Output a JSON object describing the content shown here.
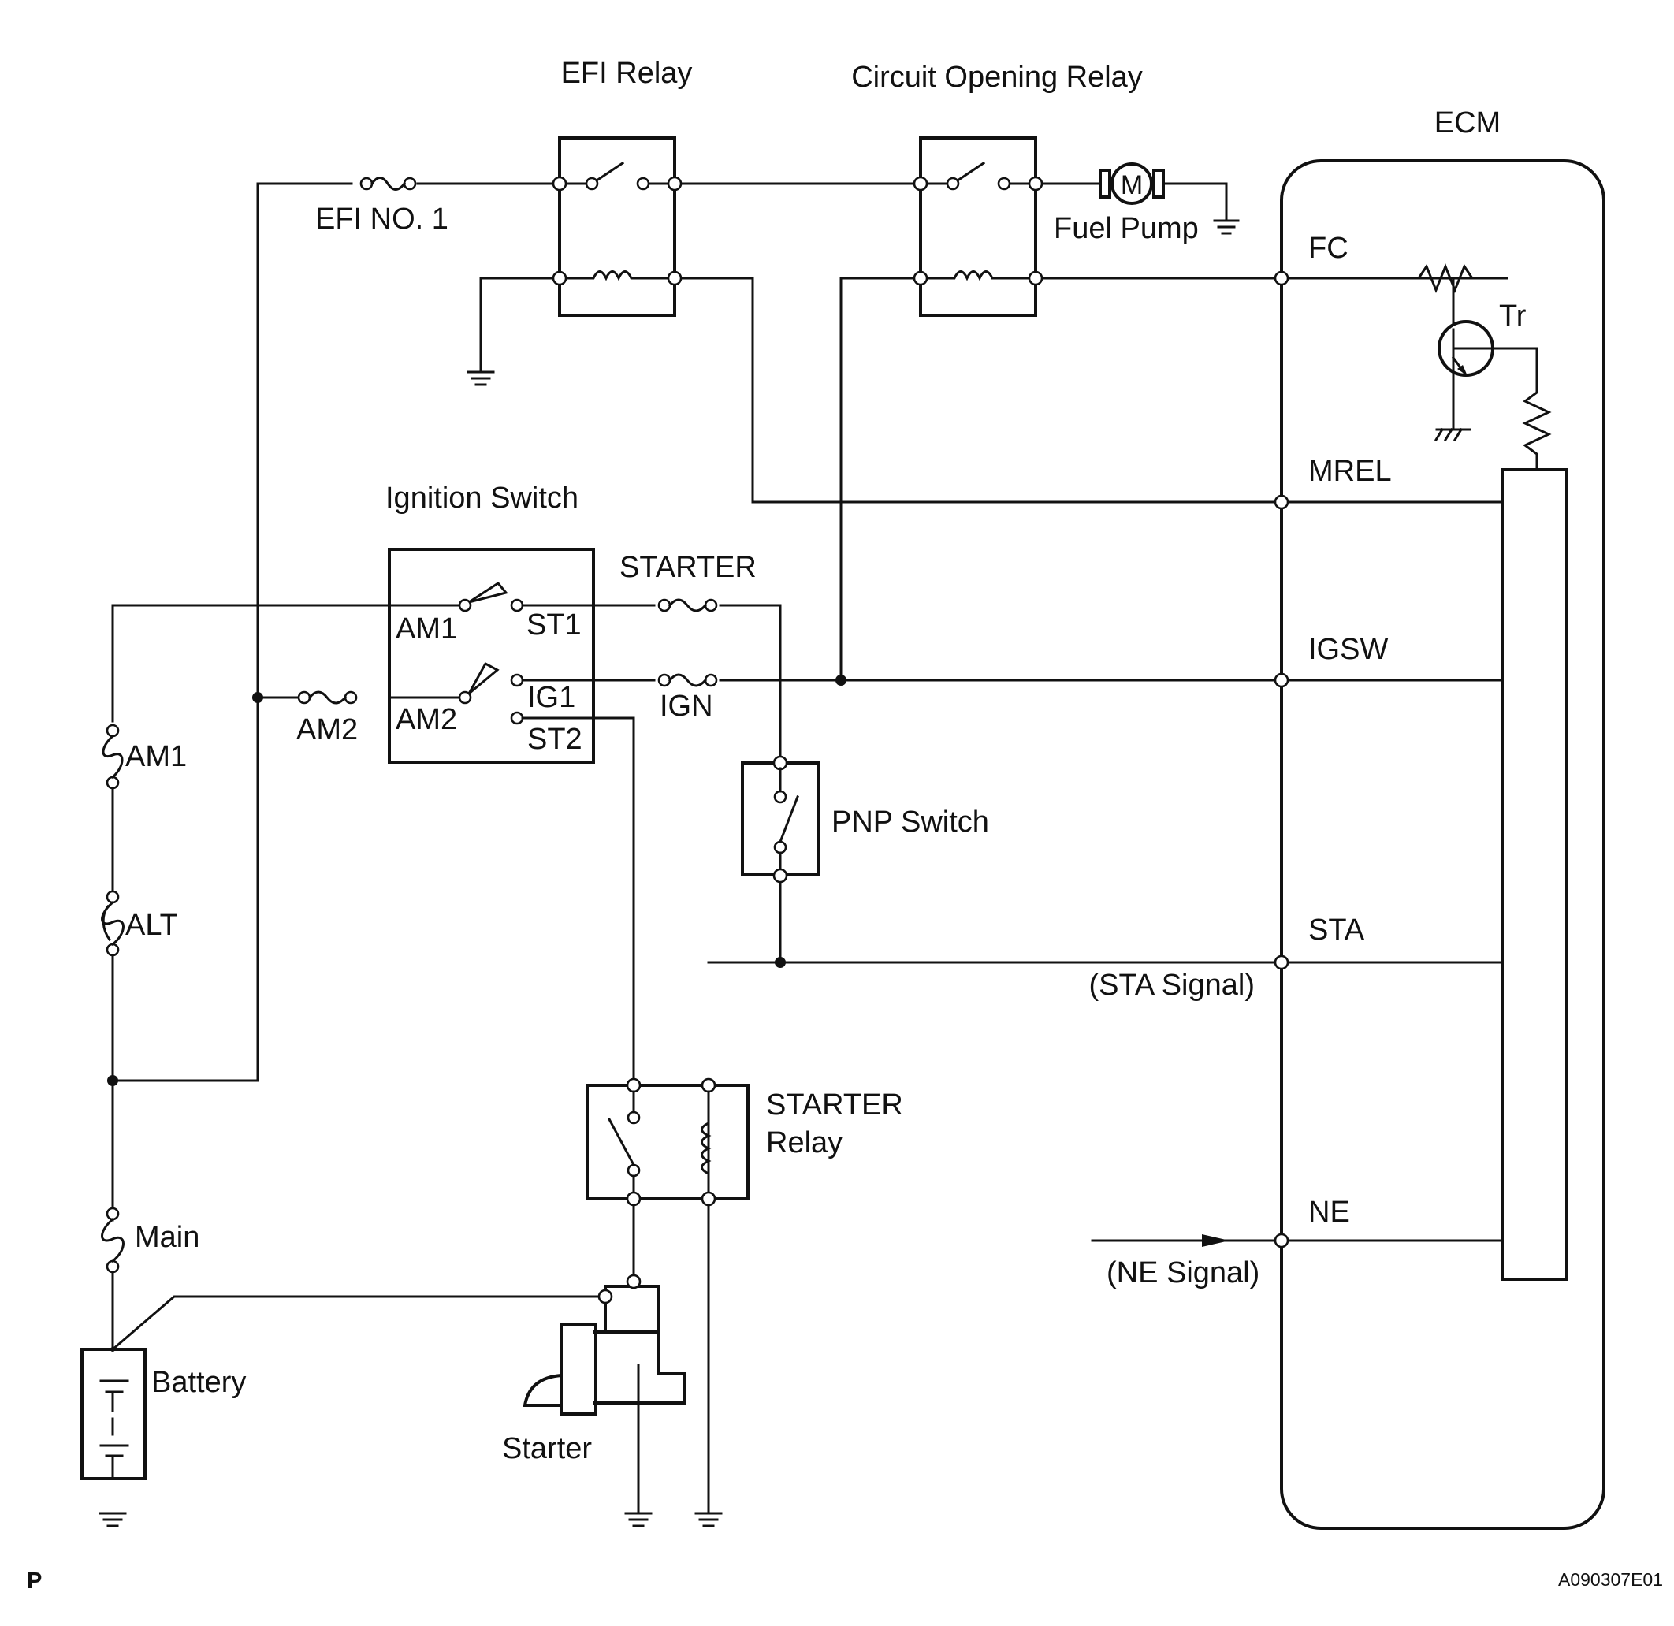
{
  "labels": {
    "efi_relay": "EFI Relay",
    "circuit_opening_relay": "Circuit Opening Relay",
    "ecm": "ECM",
    "efi_no1": "EFI NO. 1",
    "fuel_pump": "Fuel Pump",
    "motor": "M",
    "fc": "FC",
    "tr": "Tr",
    "mrel": "MREL",
    "ignition_switch": "Ignition Switch",
    "starter_fuse": "STARTER",
    "am1_terminal": "AM1",
    "st1_terminal": "ST1",
    "am2_terminal": "AM2",
    "ig1_terminal": "IG1",
    "st2_terminal": "ST2",
    "am2_fuse": "AM2",
    "ign_fuse": "IGN",
    "igsw": "IGSW",
    "am1_fuse": "AM1",
    "pnp_switch": "PNP Switch",
    "alt_fuse": "ALT",
    "sta": "STA",
    "sta_signal": "(STA Signal)",
    "starter_relay_line1": "STARTER",
    "starter_relay_line2": "Relay",
    "main_fuse": "Main",
    "ne": "NE",
    "ne_signal": "(NE Signal)",
    "battery": "Battery",
    "starter": "Starter",
    "corner_p": "P",
    "figure_id": "A090307E01"
  }
}
